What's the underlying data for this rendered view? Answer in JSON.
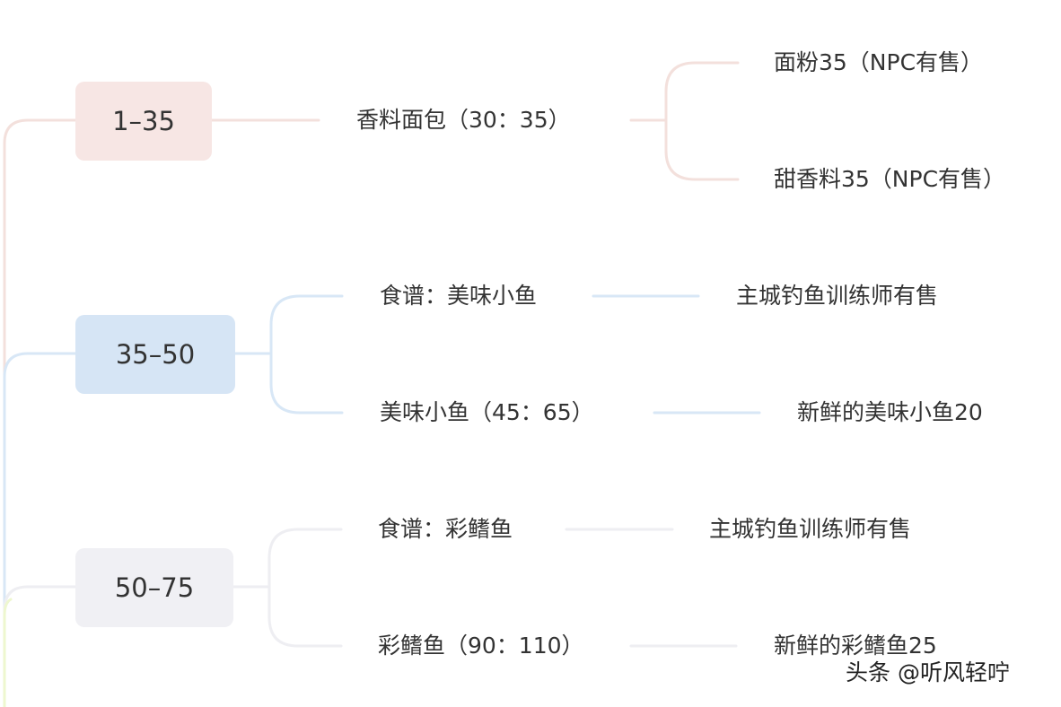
{
  "colors": {
    "branch_1": "#f3e0dc",
    "branch_2": "#d8e7f6",
    "branch_3": "#eeeef2",
    "branch_4": "#eef7cf",
    "node_1_fill": "#f7e6e4",
    "node_2_fill": "#d6e5f5",
    "node_3_fill": "#f0f0f4"
  },
  "branches": [
    {
      "range": "1–35",
      "items": [
        {
          "recipe": "香料面包（30：35）",
          "materials": [
            "面粉35（NPC有售）",
            "甜香料35（NPC有售）"
          ]
        }
      ]
    },
    {
      "range": "35–50",
      "items": [
        {
          "recipe": "食谱：美味小鱼",
          "materials": [
            "主城钓鱼训练师有售"
          ]
        },
        {
          "recipe": "美味小鱼（45：65）",
          "materials": [
            "新鲜的美味小鱼20"
          ]
        }
      ]
    },
    {
      "range": "50–75",
      "items": [
        {
          "recipe": "食谱：彩鳍鱼",
          "materials": [
            "主城钓鱼训练师有售"
          ]
        },
        {
          "recipe": "彩鳍鱼（90：110）",
          "materials": [
            "新鲜的彩鳍鱼25"
          ]
        }
      ]
    }
  ],
  "watermark": "头条 @听风轻咛"
}
